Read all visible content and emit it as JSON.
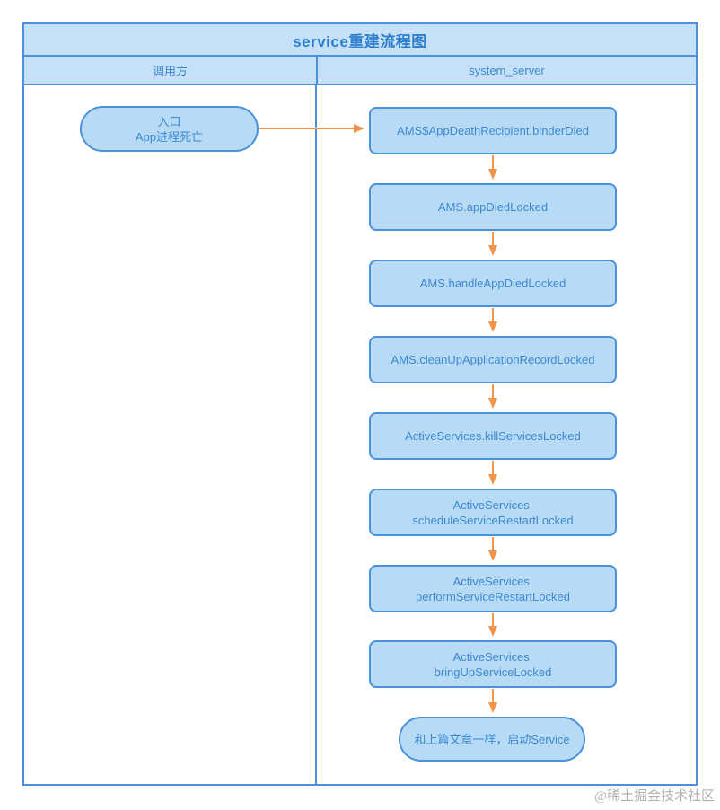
{
  "diagram": {
    "title": "service重建流程图",
    "lanes": {
      "left": "调用方",
      "right": "system_server"
    },
    "entry": {
      "lines": [
        "入口",
        "App进程死亡"
      ]
    },
    "nodes": [
      {
        "lines": [
          "AMS$AppDeathRecipient.binderDied"
        ]
      },
      {
        "lines": [
          "AMS.appDiedLocked"
        ]
      },
      {
        "lines": [
          "AMS.handleAppDiedLocked"
        ]
      },
      {
        "lines": [
          "AMS.cleanUpApplicationRecordLocked"
        ]
      },
      {
        "lines": [
          "ActiveServices.killServicesLocked"
        ]
      },
      {
        "lines": [
          "ActiveServices.",
          "scheduleServiceRestartLocked"
        ]
      },
      {
        "lines": [
          "ActiveServices.",
          "performServiceRestartLocked"
        ]
      },
      {
        "lines": [
          "ActiveServices.",
          "bringUpServiceLocked"
        ]
      }
    ],
    "end": {
      "lines": [
        "和上篇文章一样，启动Service"
      ]
    },
    "colors": {
      "border": "#4a91d9",
      "band_fill": "#c5e1f7",
      "node_fill": "#b8dbf5",
      "text": "#3c88d2",
      "title_text": "#2f7ecd",
      "arrow": "#f2954a",
      "watermark": "#b0b0b0"
    }
  },
  "page": {
    "watermark": "@稀土掘金技术社区"
  }
}
